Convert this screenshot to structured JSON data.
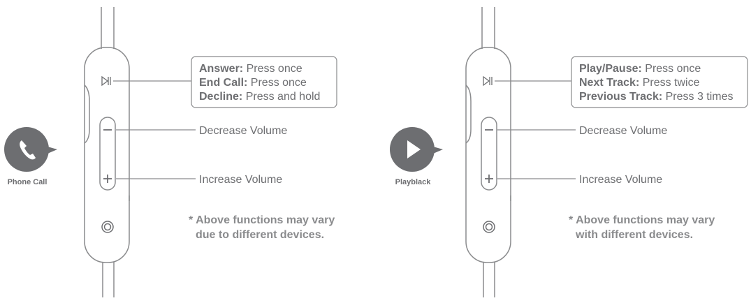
{
  "phone_call": {
    "mode_label": "Phone Call",
    "functions": [
      {
        "key": "Answer:",
        "value": " Press once"
      },
      {
        "key": "End Call:",
        "value": " Press once"
      },
      {
        "key": "Decline:",
        "value": " Press and hold"
      }
    ],
    "decrease_label": "Decrease Volume",
    "increase_label": "Increase Volume",
    "note_line1": "* Above functions may vary",
    "note_line2": "due to different devices."
  },
  "playback": {
    "mode_label": "Playblack",
    "functions": [
      {
        "key": "Play/Pause:",
        "value": " Press once"
      },
      {
        "key": "Next Track:",
        "value": " Press twice"
      },
      {
        "key": "Previous Track:",
        "value": " Press 3 times"
      }
    ],
    "decrease_label": "Decrease Volume",
    "increase_label": "Increase Volume",
    "note_line1": "* Above functions may vary",
    "note_line2": "with different devices."
  },
  "colors": {
    "line": "#8a8b8d",
    "badge": "#6d6e71",
    "text": "#6d6e71"
  },
  "icons": [
    "phone-icon",
    "play-icon",
    "play-pause-icon",
    "minus-icon",
    "plus-icon",
    "mic-icon"
  ]
}
